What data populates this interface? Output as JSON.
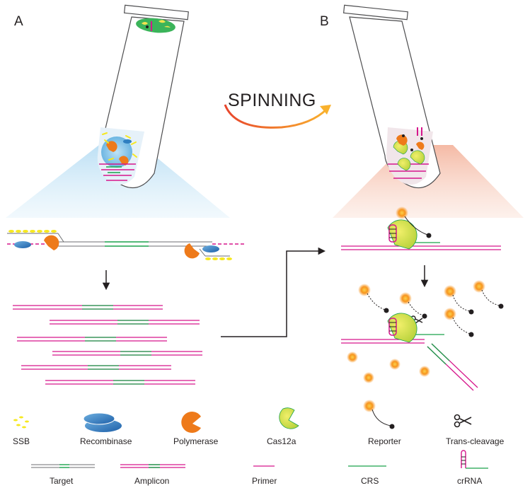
{
  "panels": {
    "a": "A",
    "b": "B"
  },
  "spinning_label": "SPINNING",
  "legend": {
    "ssb": "SSB",
    "recombinase": "Recombinase",
    "polymerase": "Polymerase",
    "cas12a": "Cas12a",
    "reporter": "Reporter",
    "trans_cleavage": "Trans-cleavage",
    "target": "Target",
    "amplicon": "Amplicon",
    "primer": "Primer",
    "crs": "CRS",
    "crrna": "crRNA"
  },
  "colors": {
    "amplicon_strand": "#d6168c",
    "crs_green": "#1aa24b",
    "target_gray": "#6d6e71",
    "ssb_yellow": "#f6e81f",
    "recombinase_blue": "#2f7fc1",
    "polymerase_orange": "#ee7a1a",
    "cas12a_yellow": "#d6e035",
    "reporter_orange": "#f7941d",
    "arrow_dark": "#231f20",
    "spinning_start": "#e8452c",
    "spinning_end": "#f9b12d"
  },
  "icons": [
    "tube-icon",
    "ssb-icon",
    "recombinase-icon",
    "polymerase-icon",
    "cas12a-icon",
    "reporter-icon",
    "scissors-icon",
    "crrna-icon"
  ]
}
